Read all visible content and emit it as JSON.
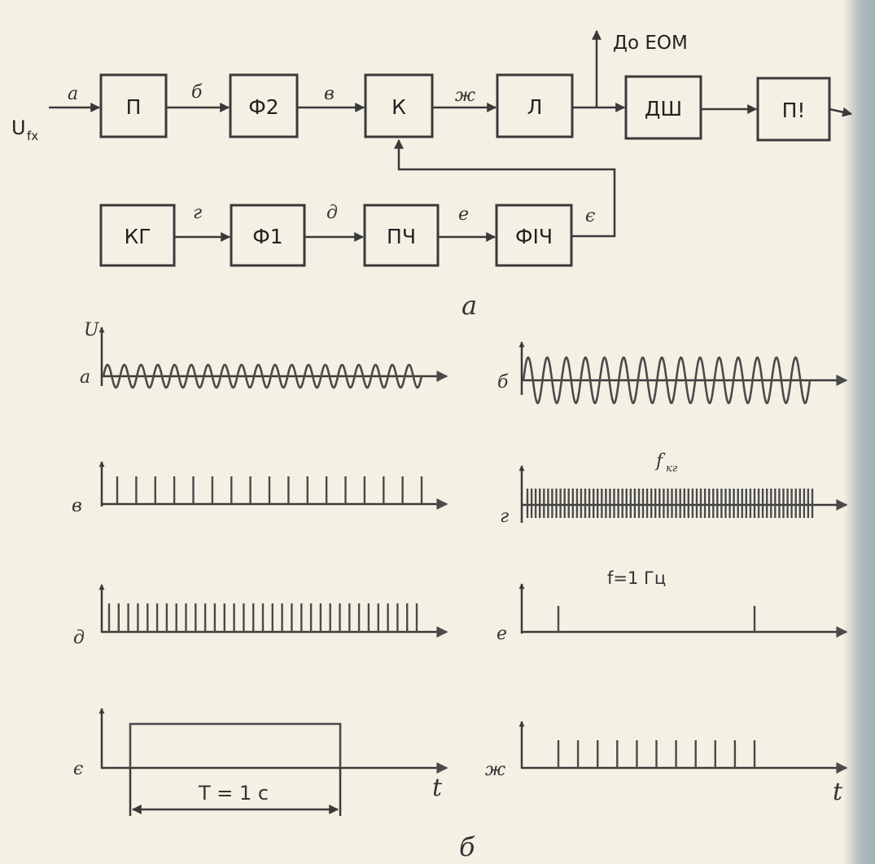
{
  "input_label": "U",
  "input_subscript": "fx",
  "output_label": "До  ЕОМ",
  "blocks": {
    "p": "П",
    "f2": "Ф2",
    "k": "К",
    "l": "Л",
    "dsh": "ДШ",
    "pi": "П!",
    "kg": "КГ",
    "f1": "Ф1",
    "pch": "ПЧ",
    "fich": "ФІЧ"
  },
  "signals": {
    "a": "а",
    "b": "б",
    "v": "в",
    "zh": "ж",
    "g": "г",
    "d": "д",
    "e": "е",
    "ye": "є"
  },
  "captions": {
    "part_a": "а",
    "part_b": "б"
  },
  "graphs": {
    "u_axis": "U",
    "t_axis": "t",
    "fkg_main": "f",
    "fkg_sub": "кг",
    "f_label": "f=1 Гц",
    "period_label": "T = 1 с"
  },
  "colors": {
    "paper": "#f4f1e4",
    "ink": "#3a3a3a"
  }
}
